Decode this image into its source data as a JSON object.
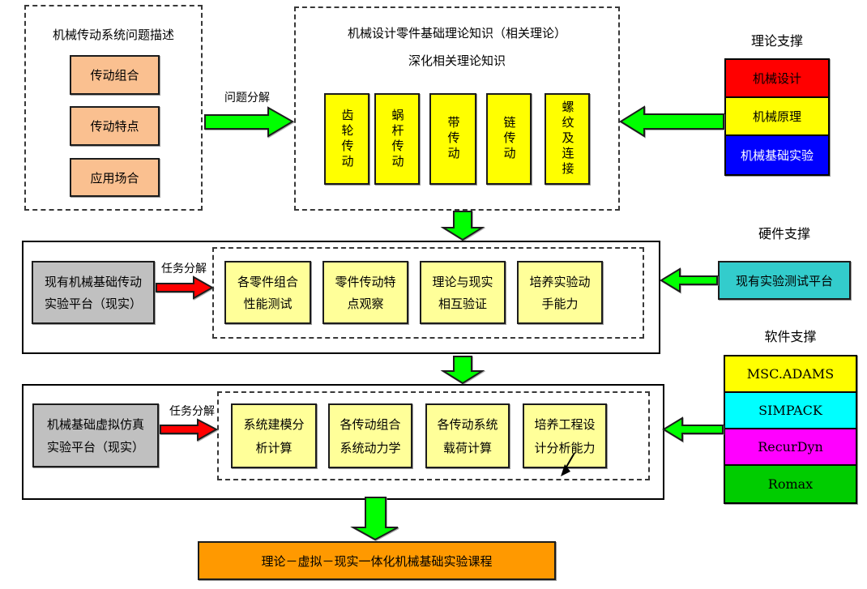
{
  "problem": {
    "title": "机械传动系统问题描述",
    "items": [
      "传动组合",
      "传动特点",
      "应用场合"
    ]
  },
  "arrows": {
    "problem_label": "问题分解",
    "task_label_1": "任务分解",
    "task_label_2": "任务分解"
  },
  "theory": {
    "title_line1": "机械设计零件基础理论知识（相关理论）",
    "title_line2": "深化相关理论知识",
    "items": [
      "齿轮传动",
      "蜗杆传动",
      "带传动",
      "链传动",
      "螺纹及连接"
    ]
  },
  "theory_support": {
    "label": "理论支撑",
    "items": [
      {
        "label": "机械设计",
        "color": "#FF0000",
        "text_color": "#000000"
      },
      {
        "label": "机械原理",
        "color": "#FFFF00",
        "text_color": "#000000"
      },
      {
        "label": "机械基础实验",
        "color": "#0000FF",
        "text_color": "#FFFFFF"
      }
    ]
  },
  "hardware": {
    "platform_line1": "现有机械基础传动",
    "platform_line2": "实验平台（现实）",
    "tasks": [
      [
        "各零件组合",
        "性能测试"
      ],
      [
        "零件传动特",
        "点观察"
      ],
      [
        "理论与现实",
        "相互验证"
      ],
      [
        "培养实验动",
        "手能力"
      ]
    ]
  },
  "hardware_support": {
    "label": "硬件支撑",
    "platform": "现有实验测试平台",
    "color": "#33CCCC"
  },
  "software": {
    "platform_line1": "机械基础虚拟仿真",
    "platform_line2": "实验平台（现实）",
    "tasks": [
      [
        "系统建模分",
        "析计算"
      ],
      [
        "各传动组合",
        "系统动力学"
      ],
      [
        "各传动系统",
        "载荷计算"
      ],
      [
        "培养工程设",
        "计分析能力"
      ]
    ]
  },
  "software_support": {
    "label": "软件支撑",
    "items": [
      {
        "label": "MSC.ADAMS",
        "color": "#FFFF00"
      },
      {
        "label": "SIMPACK",
        "color": "#00FFFF"
      },
      {
        "label": "RecurDyn",
        "color": "#FF00FF"
      },
      {
        "label": "Romax",
        "color": "#00CC00"
      }
    ]
  },
  "outcome": {
    "label": "理论－虚拟－现实一体化机械基础实验课程",
    "color": "#FF9900"
  },
  "colors": {
    "arrow_green": "#00FF00",
    "arrow_red": "#FF0000",
    "problem_item_bg": "#FAC090",
    "theory_item_bg": "#FFFF00",
    "task_item_bg": "#FFFF99",
    "platform_gray": "#C0C0C0",
    "outcome_bg": "#FF9900"
  }
}
